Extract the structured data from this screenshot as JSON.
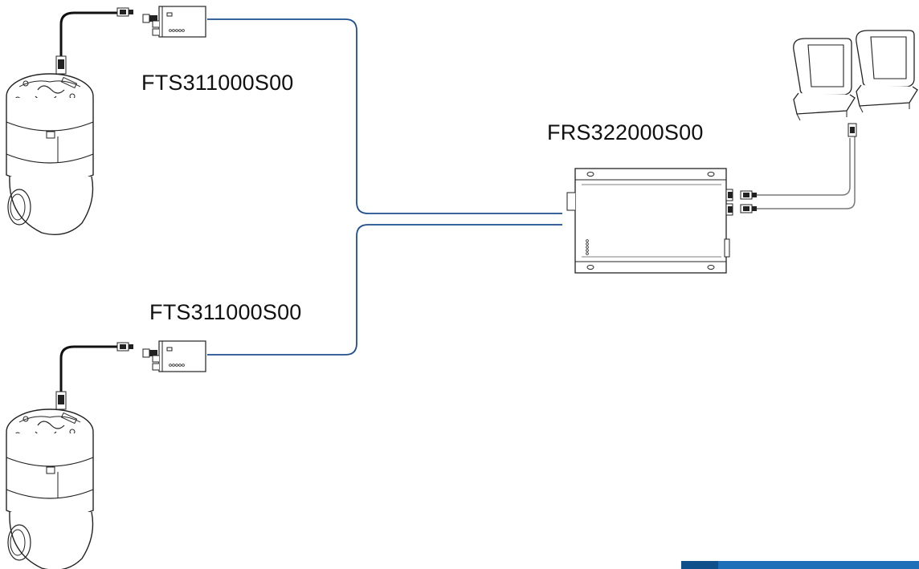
{
  "labels": {
    "transmitter_top": "FTS311000S00",
    "transmitter_bottom": "FTS311000S00",
    "receiver": "FRS322000S00"
  },
  "colors": {
    "fiber_line": "#1f4f8f",
    "coax_cable": "#111111",
    "video_cable": "#7a7a7a",
    "footer_bar": "#1d6fb8",
    "footer_tab": "#0f4f8a"
  },
  "icons": {
    "camera": "ptz-dome-camera-icon",
    "transmitter": "fiber-transmitter-icon",
    "receiver": "fiber-receiver-icon",
    "monitor": "monitor-icon",
    "connector": "bnc-connector-icon"
  }
}
